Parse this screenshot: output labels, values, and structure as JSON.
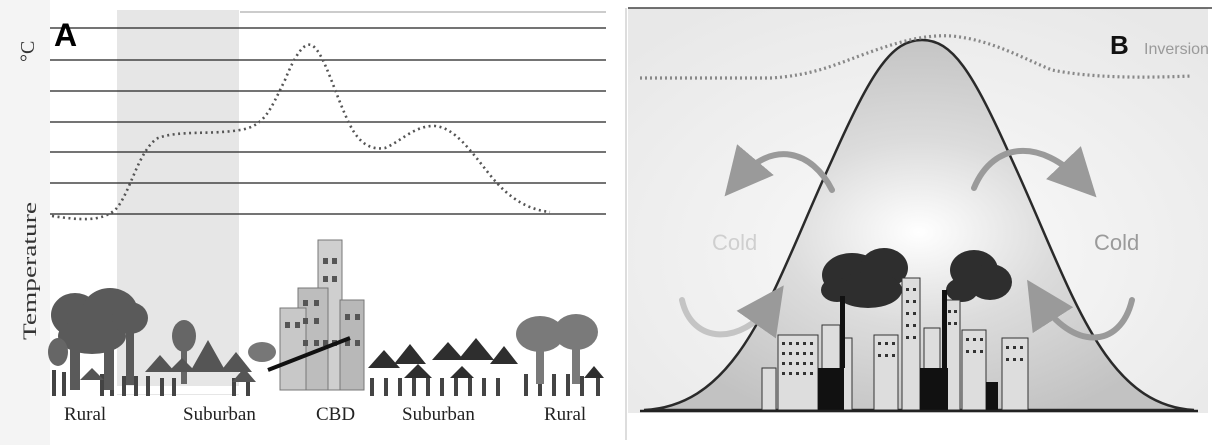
{
  "panel_a": {
    "letter": "A",
    "y_unit": "°C",
    "y_label": "Temperature",
    "zones": [
      "Rural",
      "Suburban",
      "CBD",
      "Suburban",
      "Rural"
    ],
    "colors": {
      "curve": "#555555",
      "lines": "#222222",
      "shade": "#e4e4e4",
      "trees": "#555555",
      "roofs": "#333333"
    }
  },
  "panel_b": {
    "letter": "B",
    "inversion_label": "Inversion",
    "cold_label": "Cold",
    "colors": {
      "dome_edge": "#2a2a2a",
      "arrows": "#9a9a9a",
      "smoke": "#2e2e2e",
      "label": "#9a9a9a"
    }
  }
}
